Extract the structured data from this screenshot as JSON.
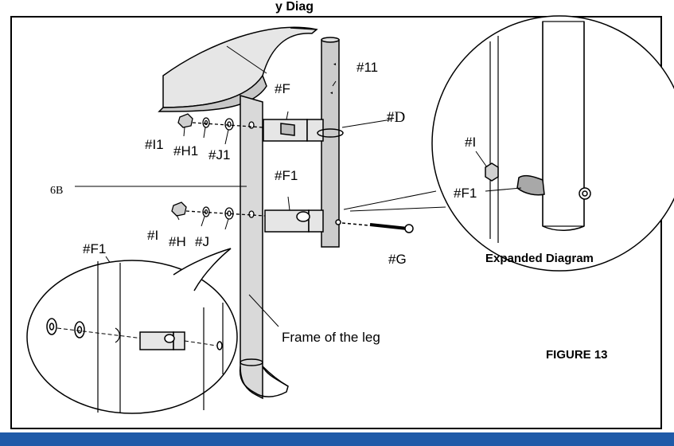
{
  "header": {
    "title_fragment": "y Diag"
  },
  "labels": {
    "part_11": "#11",
    "part_f": "#F",
    "part_d": "#D",
    "part_i1": "#I1",
    "part_h1": "#H1",
    "part_j1": "#J1",
    "part_6b": "6B",
    "part_f1_top": "#F1",
    "part_i": "#I",
    "part_h": "#H",
    "part_j": "#J",
    "part_g": "#G",
    "part_f1_inset": "#F1",
    "frame_leg": "Frame of the leg",
    "exp_i": "#I",
    "exp_f1": "#F1"
  },
  "captions": {
    "expanded": "Expanded Diagram",
    "figure": "FIGURE 13"
  },
  "colors": {
    "line": "#000000",
    "seat_top": "#e6e6e6",
    "seat_side": "#c8c8c8",
    "leg_fill": "#d9d9d9",
    "post_fill": "#cccccc",
    "bottom_bar": "#1f5aa8"
  }
}
